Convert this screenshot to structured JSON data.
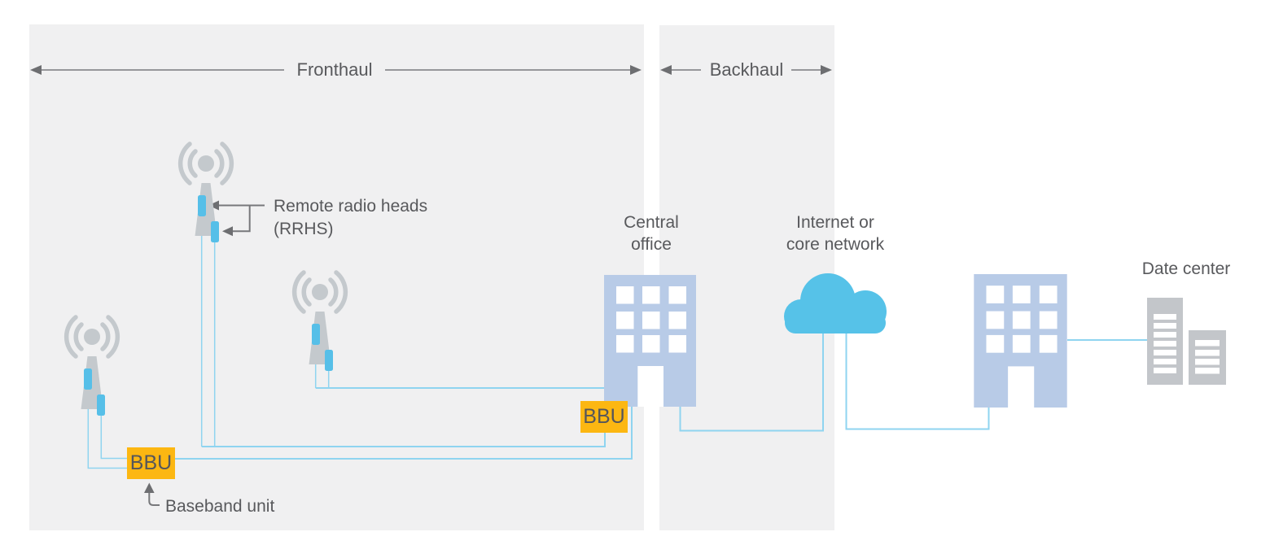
{
  "sections": {
    "fronthaul": {
      "label": "Fronthaul"
    },
    "backhaul": {
      "label": "Backhaul"
    }
  },
  "annotations": {
    "rrh_line1": "Remote radio heads",
    "rrh_line2": "(RRHS)",
    "baseband": "Baseband unit"
  },
  "nodes": {
    "bbu1": {
      "label": "BBU"
    },
    "bbu2": {
      "label": "BBU"
    },
    "central_office": {
      "line1": "Central",
      "line2": "office"
    },
    "internet": {
      "line1": "Internet or",
      "line2": "core network"
    },
    "data_center": {
      "label": "Date center"
    }
  },
  "icons": {
    "tower": "cell-tower-icon",
    "cloud": "cloud-icon",
    "building": "office-building-icon",
    "racks": "server-racks-icon"
  },
  "colors": {
    "panel": "#F0F0F1",
    "tower_gray": "#C4C9CD",
    "rrh_blue": "#56BFE8",
    "cloud_blue": "#56C2E8",
    "line_blue": "#8FD4F0",
    "building_blue": "#B8CBE7",
    "bbu_orange": "#FCB712",
    "bbu_text": "#55565B",
    "rack_gray": "#C3C6CA",
    "text_gray": "#58595C",
    "arrow_line": "#96979A",
    "arrow_head": "#6D6E71",
    "annotation_gray": "#77787B"
  }
}
